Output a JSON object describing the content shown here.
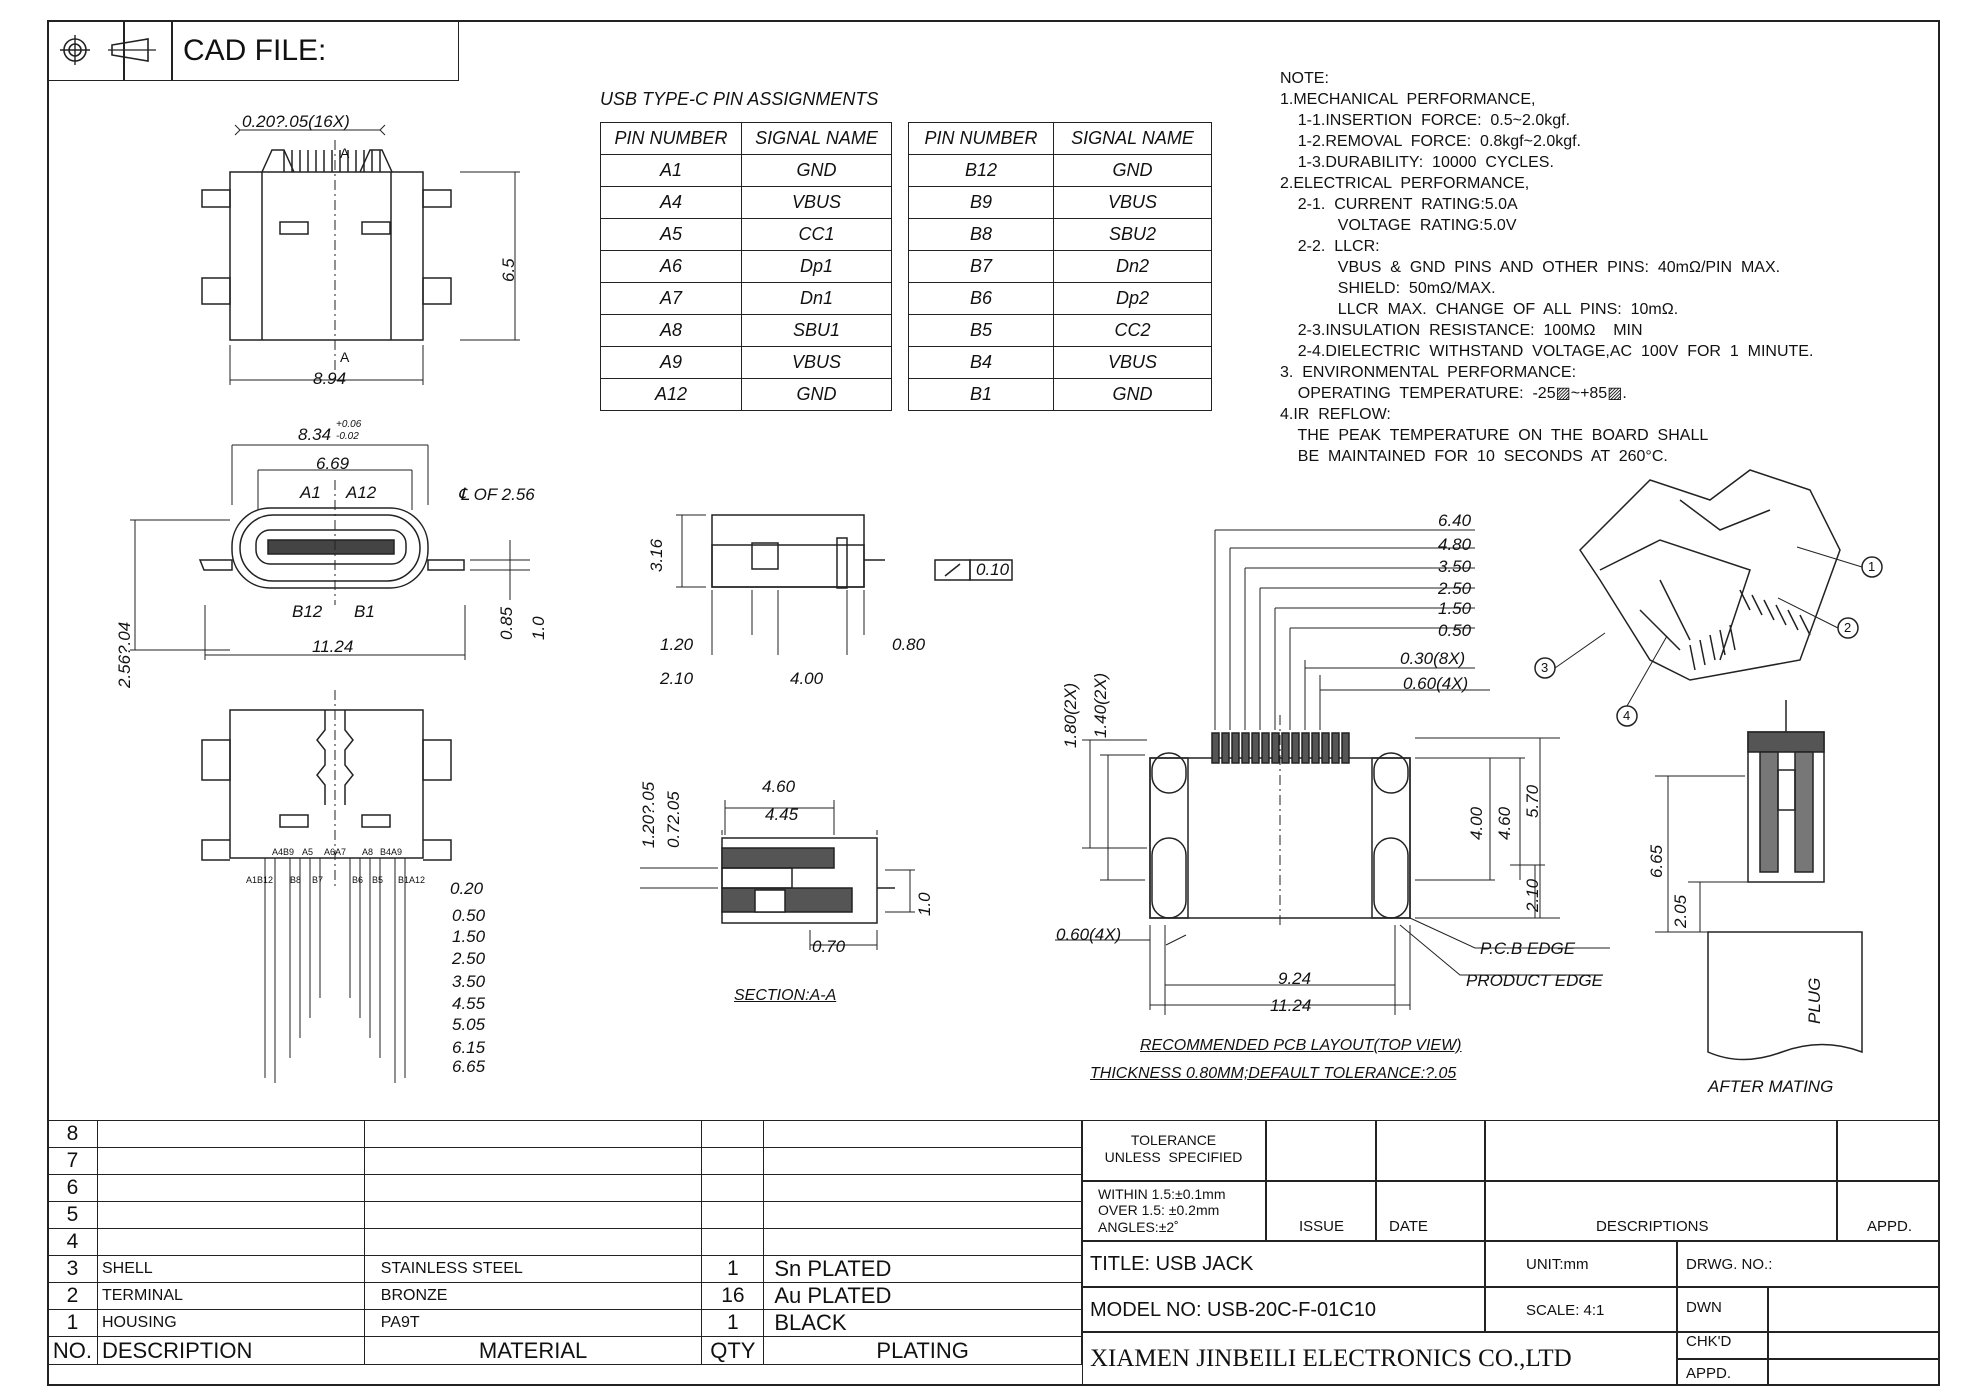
{
  "header": {
    "cad_label": "CAD FILE:",
    "icons": [
      "target-icon",
      "projection-cone-icon"
    ]
  },
  "top_view": {
    "pitch": "0.20?.05(16X)",
    "section_mark_top": "A",
    "section_mark_bottom": "A",
    "height": "6.5",
    "width": "8.94"
  },
  "front_view": {
    "width_top": "8.34",
    "tol_plus": "+0.06",
    "tol_minus": "-0.02",
    "inner_width": "6.69",
    "pin_a1": "A1",
    "pin_a12": "A12",
    "pin_b12": "B12",
    "pin_b1": "B1",
    "centerline": "℄ OF 2.56",
    "height": "2.56?.04",
    "overall_width": "11.24",
    "dim_085": "0.85",
    "dim_10": "1.0"
  },
  "bottom_view": {
    "pin_labels_top": [
      "A4B9",
      "A5",
      "A6A7",
      "A8",
      "B4A9"
    ],
    "pin_labels_bottom": [
      "A1B12",
      "B8",
      "B7",
      "B6",
      "B5",
      "B1A12"
    ],
    "dims": [
      "0.20",
      "0.50",
      "1.50",
      "2.50",
      "3.50",
      "4.55",
      "5.05",
      "6.15",
      "6.65"
    ]
  },
  "pin_table": {
    "title": "USB TYPE-C PIN ASSIGNMENTS",
    "headers": [
      "PIN NUMBER",
      "SIGNAL NAME",
      "PIN NUMBER",
      "SIGNAL NAME"
    ],
    "rows": [
      [
        "A1",
        "GND",
        "B12",
        "GND"
      ],
      [
        "A4",
        "VBUS",
        "B9",
        "VBUS"
      ],
      [
        "A5",
        "CC1",
        "B8",
        "SBU2"
      ],
      [
        "A6",
        "Dp1",
        "B7",
        "Dn2"
      ],
      [
        "A7",
        "Dn1",
        "B6",
        "Dp2"
      ],
      [
        "A8",
        "SBU1",
        "B5",
        "CC2"
      ],
      [
        "A9",
        "VBUS",
        "B4",
        "VBUS"
      ],
      [
        "A12",
        "GND",
        "B1",
        "GND"
      ]
    ]
  },
  "side_view": {
    "height": "3.16",
    "flatness": "0.10",
    "d120": "1.20",
    "d210": "2.10",
    "d400": "4.00",
    "d080": "0.80"
  },
  "section_view": {
    "d460": "4.60",
    "d445": "4.45",
    "d120": "1.20?.05",
    "d072": "0.72.05",
    "d10": "1.0",
    "d070": "0.70",
    "caption": "SECTION:A-A"
  },
  "notes": {
    "lines": [
      "NOTE:",
      "1.MECHANICAL  PERFORMANCE,",
      "    1-1.INSERTION  FORCE:  0.5~2.0kgf.",
      "    1-2.REMOVAL  FORCE:  0.8kgf~2.0kgf.",
      "    1-3.DURABILITY:  10000  CYCLES.",
      "2.ELECTRICAL  PERFORMANCE,",
      "    2-1.  CURRENT  RATING:5.0A",
      "             VOLTAGE  RATING:5.0V",
      "    2-2.  LLCR:",
      "             VBUS  &  GND  PINS  AND  OTHER  PINS:  40mΩ/PIN  MAX.",
      "             SHIELD:  50mΩ/MAX.",
      "             LLCR  MAX.  CHANGE  OF  ALL  PINS:  10mΩ.",
      "    2-3.INSULATION  RESISTANCE:  100MΩ    MIN",
      "    2-4.DIELECTRIC  WITHSTAND  VOLTAGE,AC  100V  FOR  1  MINUTE.",
      "3.  ENVIRONMENTAL  PERFORMANCE:",
      "    OPERATING  TEMPERATURE:  -25▨~+85▨.",
      "4.IR  REFLOW:",
      "    THE  PEAK  TEMPERATURE  ON  THE  BOARD  SHALL",
      "    BE  MAINTAINED  FOR  10  SECONDS  AT  260°C."
    ]
  },
  "pcb_layout": {
    "dims_top": [
      "6.40",
      "4.80",
      "3.50",
      "2.50",
      "1.50",
      "0.50",
      "0.30(8X)",
      "0.60(4X)"
    ],
    "left_180": "1.80(2X)",
    "left_140": "1.40(2X)",
    "right_400": "4.00",
    "right_460": "4.60",
    "right_570": "5.70",
    "right_210": "2.10",
    "pad_060": "0.60(4X)",
    "pcb_edge": "P.C.B  EDGE",
    "product_edge": "PRODUCT  EDGE",
    "w924": "9.24",
    "w1124": "11.24",
    "caption1": "RECOMMENDED  PCB  LAYOUT(TOP  VIEW)",
    "caption2": "THICKNESS  0.80MM;DEFAULT  TOLERANCE:?.05"
  },
  "iso_view": {
    "callouts": [
      "1",
      "2",
      "3",
      "4"
    ]
  },
  "mating_view": {
    "d665": "6.65",
    "d205": "2.05",
    "plug": "PLUG",
    "caption": "AFTER  MATING"
  },
  "bom": {
    "rows": [
      {
        "no": "8",
        "desc": "",
        "material": "",
        "qty": "",
        "plating": ""
      },
      {
        "no": "7",
        "desc": "",
        "material": "",
        "qty": "",
        "plating": ""
      },
      {
        "no": "6",
        "desc": "",
        "material": "",
        "qty": "",
        "plating": ""
      },
      {
        "no": "5",
        "desc": "",
        "material": "",
        "qty": "",
        "plating": ""
      },
      {
        "no": "4",
        "desc": "",
        "material": "",
        "qty": "",
        "plating": ""
      },
      {
        "no": "3",
        "desc": "SHELL",
        "material": "STAINLESS  STEEL",
        "qty": "1",
        "plating": "Sn  PLATED"
      },
      {
        "no": "2",
        "desc": "TERMINAL",
        "material": "BRONZE",
        "qty": "16",
        "plating": "Au  PLATED"
      },
      {
        "no": "1",
        "desc": "HOUSING",
        "material": "PA9T",
        "qty": "1",
        "plating": "BLACK"
      }
    ],
    "header": {
      "no": "NO.",
      "desc": "DESCRIPTION",
      "material": "MATERIAL",
      "qty": "QTY",
      "plating": "PLATING"
    }
  },
  "title_block": {
    "tolerance_title": "TOLERANCE\nUNLESS  SPECIFIED",
    "tol_lines": [
      "WITHIN  1.5:±0.1mm",
      "OVER  1.5:  ±0.2mm",
      "ANGLES:±2˚"
    ],
    "issue": "ISSUE",
    "date": "DATE",
    "descriptions": "DESCRIPTIONS",
    "appd": "APPD.",
    "title": "TITLE:  USB  JACK",
    "unit": "UNIT:mm",
    "drwg_no": "DRWG.  NO.:",
    "model_no": "MODEL  NO: USB-20C-F-01C10",
    "scale": "SCALE: 4:1",
    "dwn": "DWN",
    "chkd": "CHK'D",
    "appd2": "APPD.",
    "company": "XIAMEN JINBEILI ELECTRONICS CO.,LTD"
  }
}
